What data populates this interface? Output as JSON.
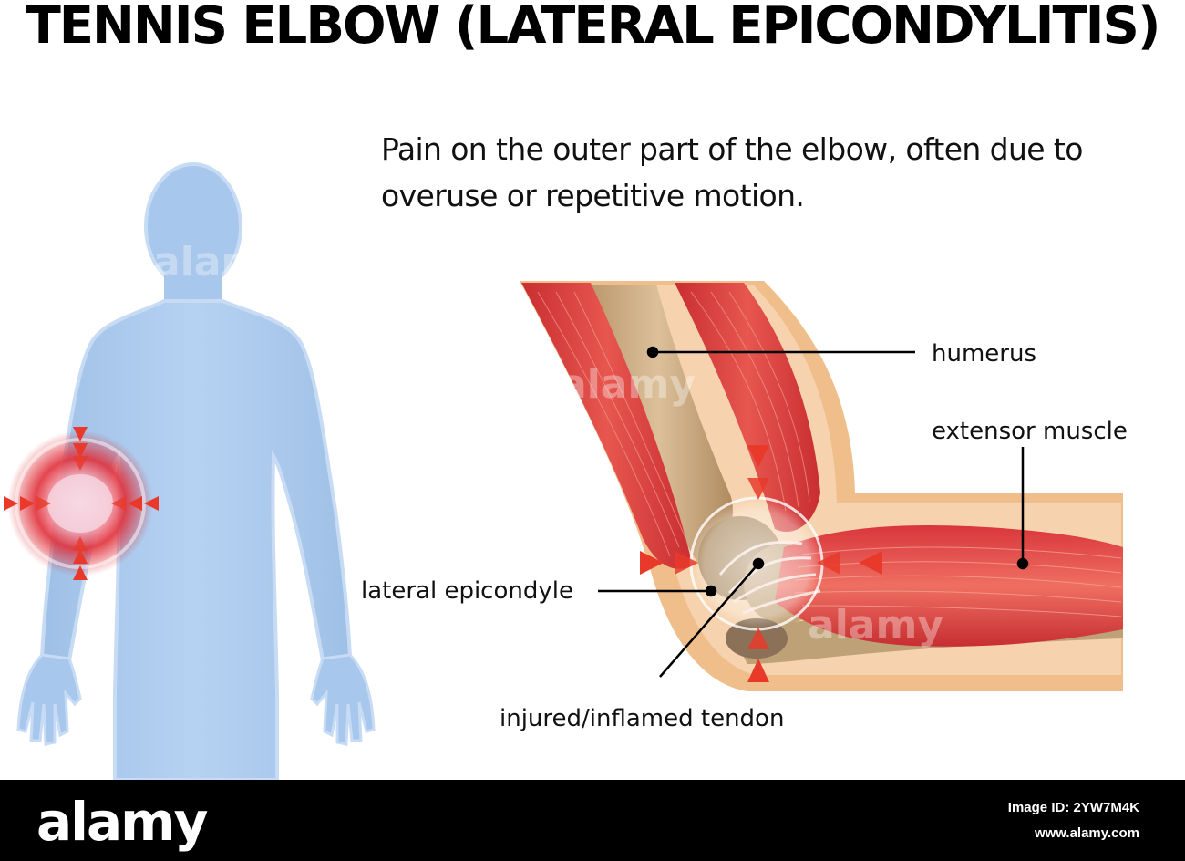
{
  "title": "TENNIS ELBOW (LATERAL EPICONDYLITIS)",
  "description": "Pain on the outer part of the elbow, often due to overuse or repetitive motion.",
  "labels": {
    "humerus": "humerus",
    "extensor_muscle": "extensor muscle",
    "lateral_epicondyle": "lateral epicondyle",
    "injured_tendon": "injured/inflamed tendon"
  },
  "watermark": "alamy",
  "footer": {
    "brand": "alamy",
    "image_id": "Image ID: 2YW7M4K",
    "site": "www.alamy.com"
  },
  "colors": {
    "body": "#a9c9ec",
    "muscle": "#d8383a",
    "bone": "#c8a57a",
    "skin": "#e9b07a",
    "pain_arrow": "#e8392a"
  }
}
